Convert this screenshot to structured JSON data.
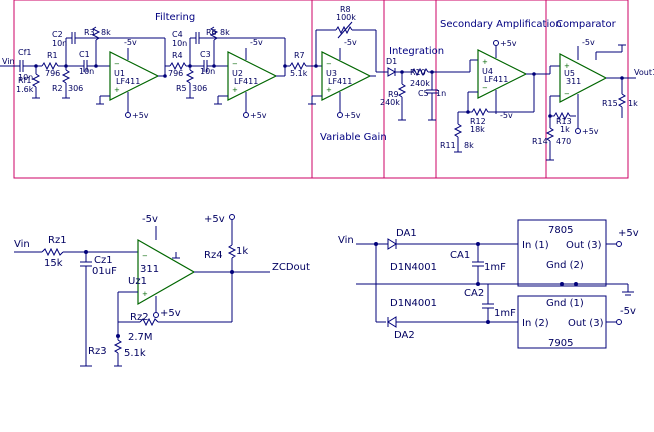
{
  "sections": {
    "filtering": "Filtering",
    "variable_gain": "Variable Gain",
    "integration": "Integration",
    "secondary_amplification": "Secondary Amplification",
    "comparator": "Comparator"
  },
  "top": {
    "vin": "Vin",
    "vout": "Vout1",
    "components": {
      "cf1": "Cf1",
      "cf1_val": "10n",
      "rf1": "Rf1",
      "rf1_val": "1.6k",
      "r1": "R1",
      "r1_val": "796",
      "c2": "C2",
      "c2_val": "10n",
      "c1": "C1",
      "c1_val": "10n",
      "r2": "R2",
      "r2_val": "306",
      "r3": "R3",
      "r3_val": "8k",
      "u1": "U1",
      "u1_part": "LF411",
      "c4": "C4",
      "c4_val": "10n",
      "r4": "R4",
      "r4_val": "796",
      "c3": "C3",
      "c3_val": "10n",
      "r5": "R5",
      "r5_val": "306",
      "r6": "R6",
      "r6_val": "8k",
      "u2": "U2",
      "u2_part": "LF411",
      "r7": "R7",
      "r7_val": "5.1k",
      "r8": "R8",
      "r8_val": "100k",
      "u3": "U3",
      "u3_part": "LF411",
      "d1": "D1",
      "r9": "R9",
      "r9_val": "240k",
      "r10": "R10",
      "r10_val": "240k",
      "c5": "C5",
      "c5_val": "1n",
      "u4": "U4",
      "u4_part": "LF411",
      "r11": "R11",
      "r11_val": "8k",
      "r12": "R12",
      "r12_val": "18k",
      "u5": "U5",
      "u5_part": "311",
      "r13": "R13",
      "r13_val": "1k",
      "r14": "R14",
      "r14_val": "470",
      "r15": "R15",
      "r15_val": "1k"
    },
    "rails": {
      "neg": "-5v",
      "pos": "+5v"
    }
  },
  "zc": {
    "vin": "Vin",
    "out": "ZCDout",
    "rz1": "Rz1",
    "rz1_val": "15k",
    "cz1": "Cz1",
    "cz1_val": "01uF",
    "uz1": "Uz1",
    "uz1_part": "311",
    "rz2": "Rz2",
    "rz2_val": "2.7M",
    "rz3": "Rz3",
    "rz3_val": "5.1k",
    "rz4": "Rz4",
    "rz4_val": "1k",
    "neg": "-5v",
    "pos": "+5v",
    "pos2": "+5v"
  },
  "psu": {
    "vin": "Vin",
    "da1": "DA1",
    "da2": "DA2",
    "d1n_a": "D1N4001",
    "d1n_b": "D1N4001",
    "ca1": "CA1",
    "ca2": "CA2",
    "cap_a": "1mF",
    "cap_b": "1mF",
    "reg_pos": "7805",
    "reg_neg": "7905",
    "in1": "In (1)",
    "out3": "Out (3)",
    "gnd2": "Gnd (2)",
    "gnd1": "Gnd (1)",
    "in2": "In (2)",
    "out3b": "Out (3)",
    "pos": "+5v",
    "neg": "-5v"
  }
}
